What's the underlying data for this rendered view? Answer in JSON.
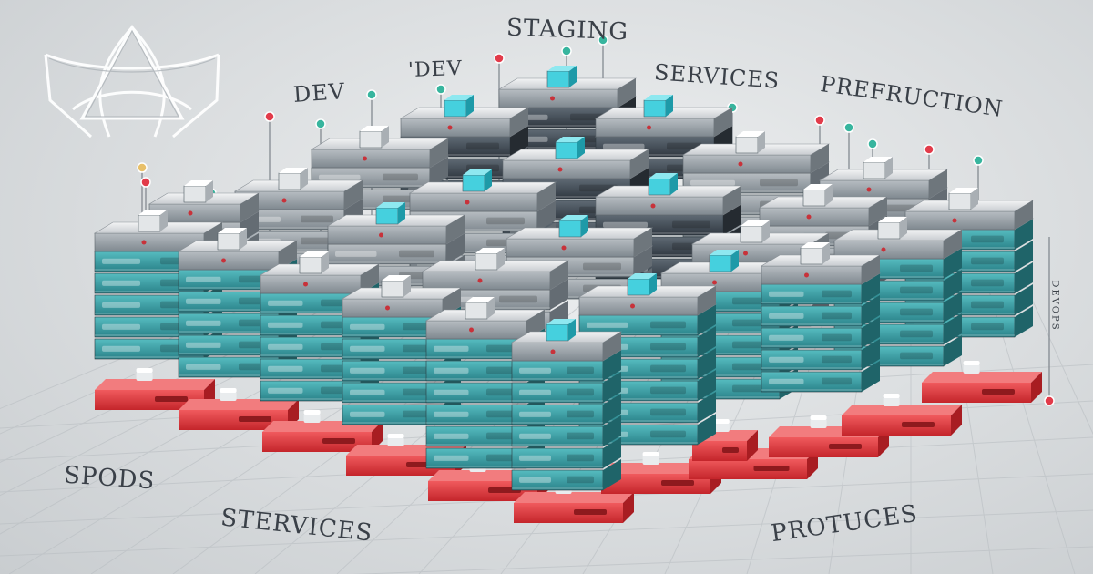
{
  "labels": {
    "staging": "STAGING",
    "dev": "DEV",
    "dev_alt": "'DEV",
    "services": "SERVICES",
    "preproduction": "PREFRUCTION",
    "pods": "SPODS",
    "stervices": "STERVICES",
    "protuces": "PROTUCES",
    "side": "DEVOPS"
  },
  "icons": {
    "logo": "triangle-knot-logo",
    "pin": "pin-marker-icon"
  },
  "colors": {
    "teal": "#3aa7ad",
    "teal_dark": "#2c7f86",
    "gray": "#9aa3aa",
    "red": "#e0353a",
    "cyan_cube": "#45d0de",
    "pin_red": "#e23b4a",
    "pin_teal": "#37b59e"
  }
}
